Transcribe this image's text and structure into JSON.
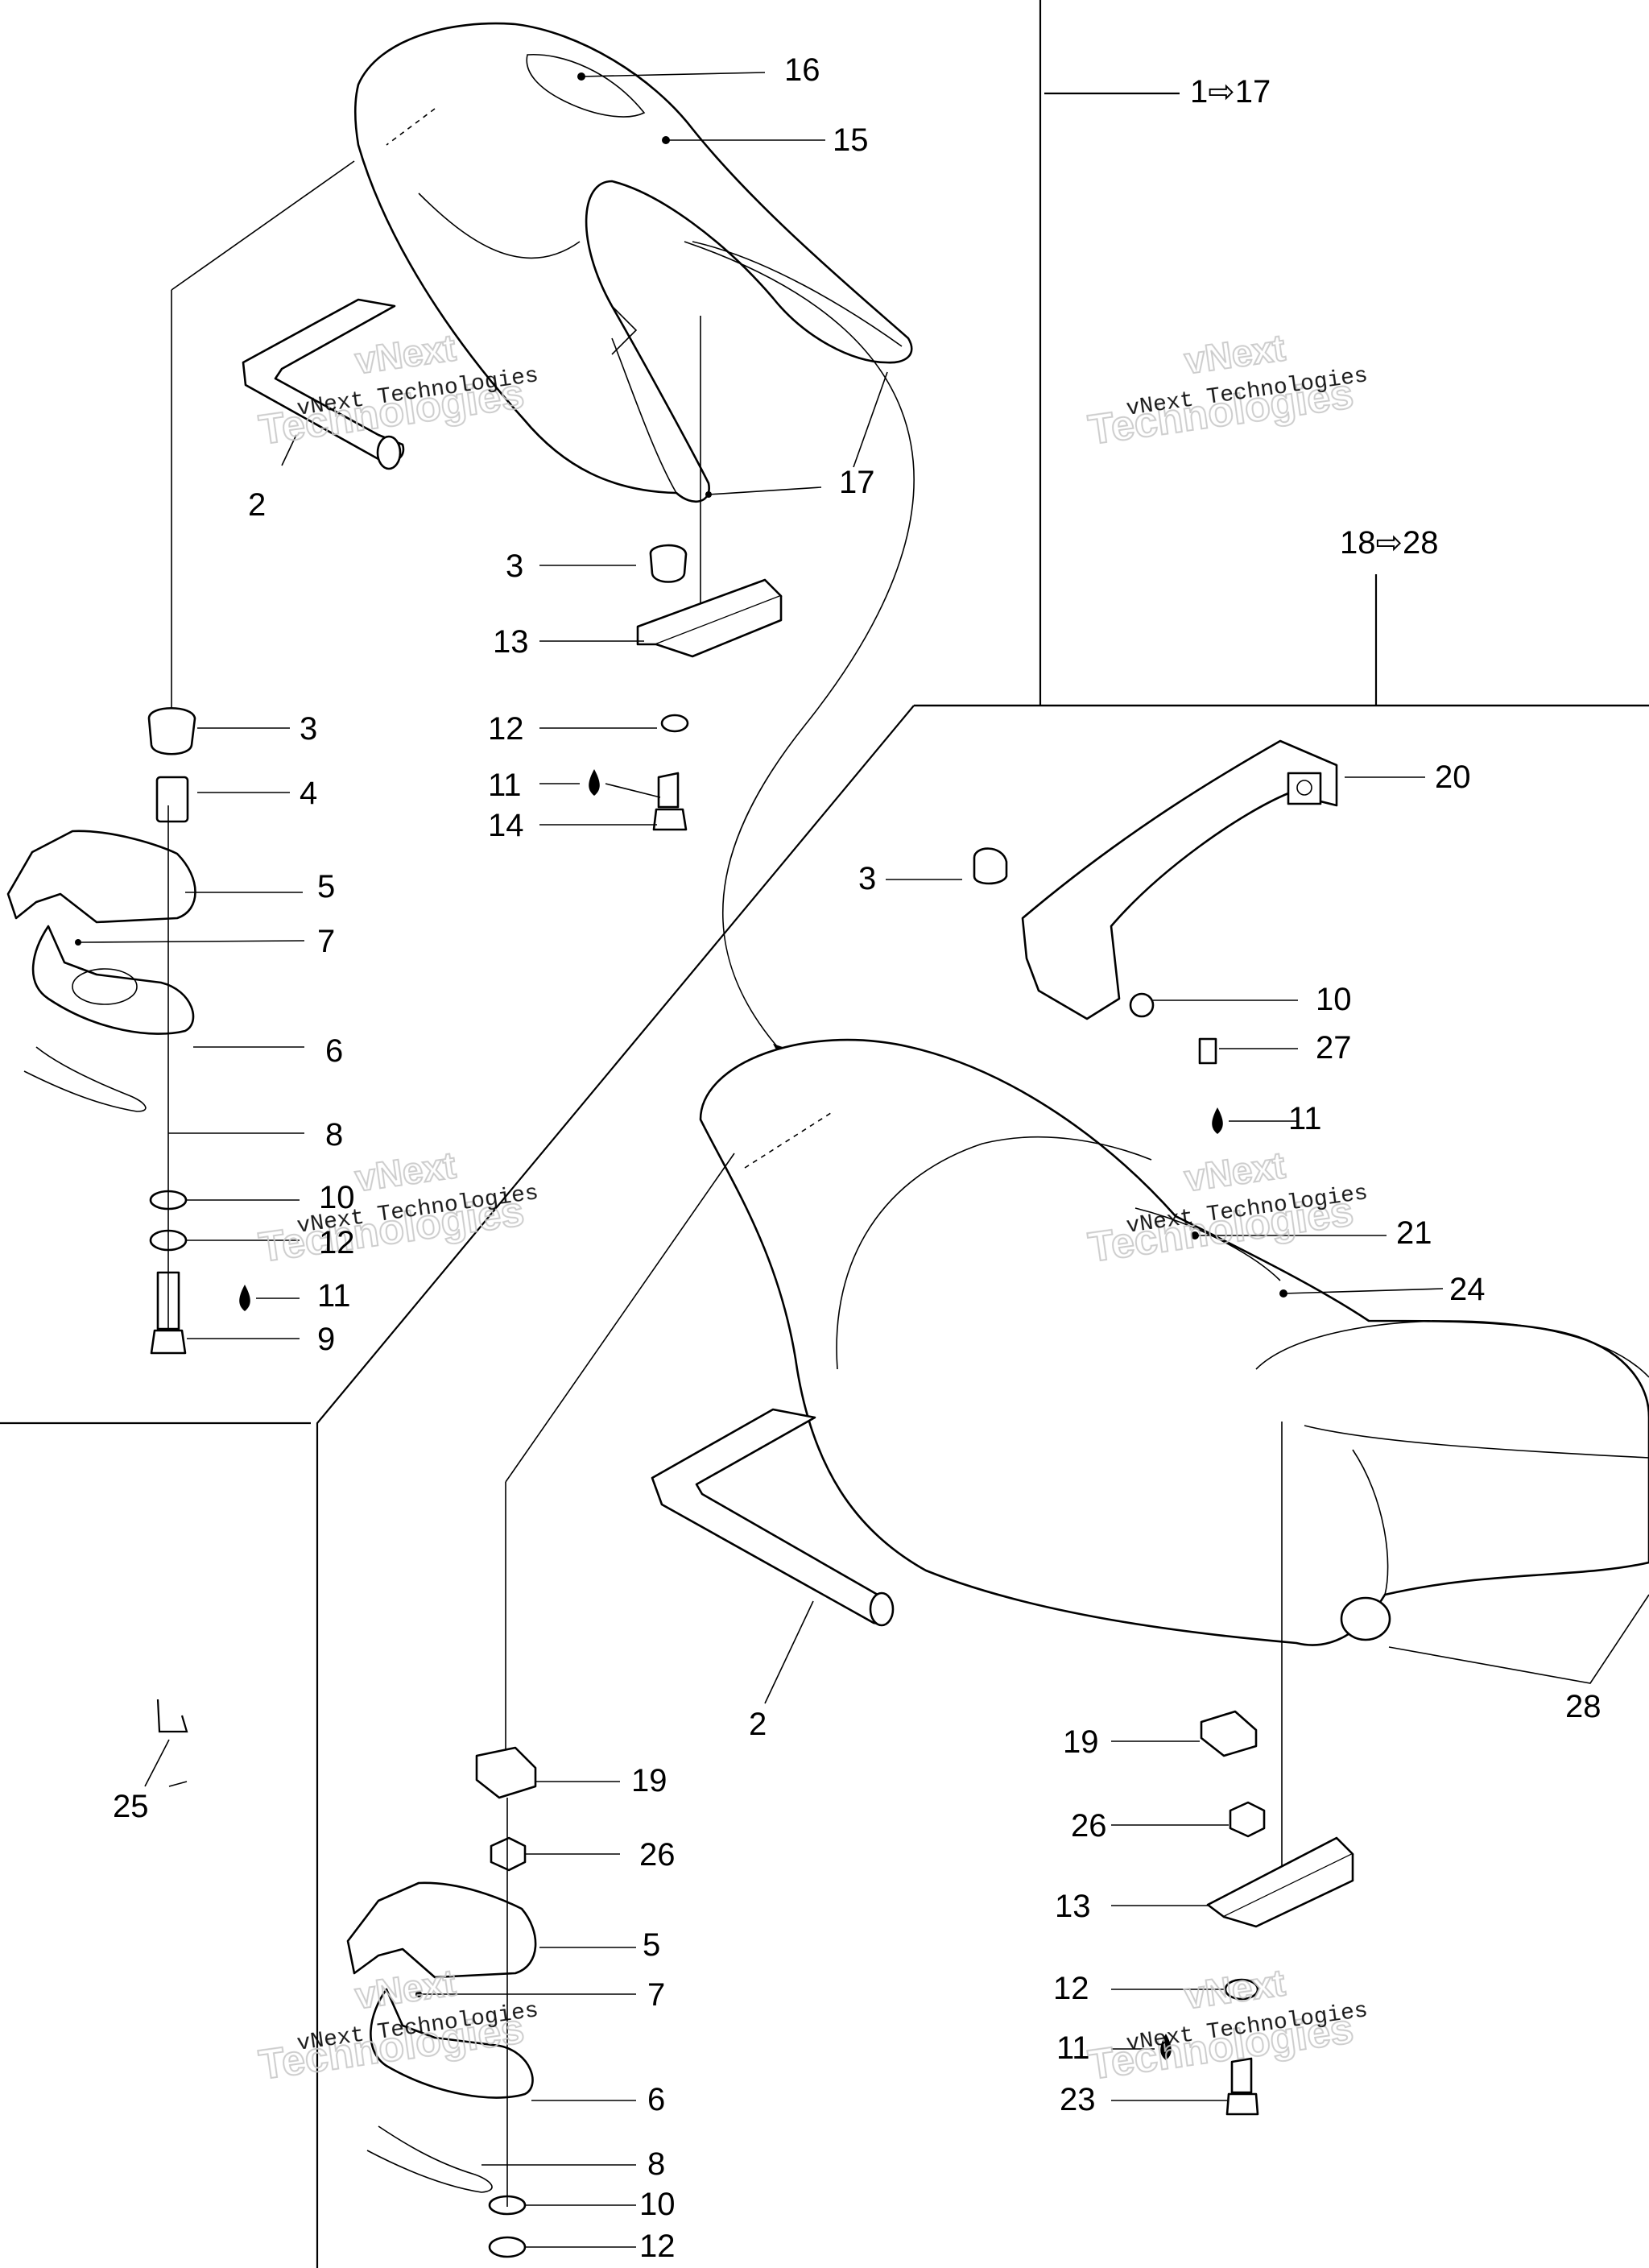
{
  "groups": {
    "g1": "1⇨17",
    "g2": "18⇨28"
  },
  "watermark": {
    "line1": "vNext Technologies",
    "ghost1": "vNext",
    "ghost2": "Technologies"
  },
  "labels": {
    "n16": "16",
    "n15": "15",
    "n17a": "17",
    "n2a": "2",
    "n3a": "3",
    "n13a": "13",
    "n12a": "12",
    "n11a": "11",
    "n14": "14",
    "n3b": "3",
    "n4": "4",
    "n5a": "5",
    "n7a": "7",
    "n6a": "6",
    "n8a": "8",
    "n10a": "10",
    "n12b": "12",
    "n11b": "11",
    "n9": "9",
    "n20": "20",
    "n3c": "3",
    "n10b": "10",
    "n27": "27",
    "n11c": "11",
    "n21": "21",
    "n24": "24",
    "n2b": "2",
    "n28": "28",
    "n25": "25",
    "n19a": "19",
    "n26a": "26",
    "n5b": "5",
    "n7b": "7",
    "n6b": "6",
    "n8b": "8",
    "n10c": "10",
    "n12c": "12",
    "n19b": "19",
    "n26b": "26",
    "n13b": "13",
    "n12d": "12",
    "n11d": "11",
    "n23": "23"
  }
}
